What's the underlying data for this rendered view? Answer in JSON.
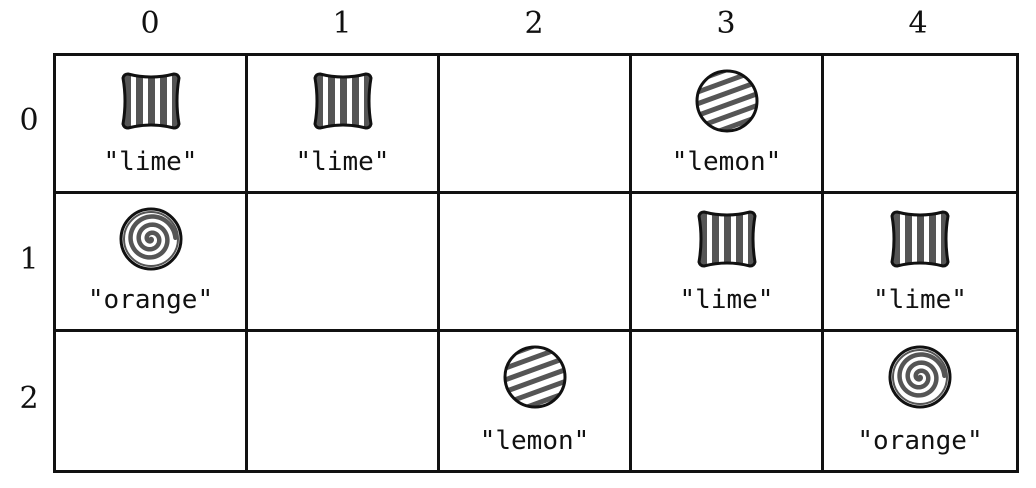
{
  "columns": [
    "0",
    "1",
    "2",
    "3",
    "4"
  ],
  "rows": [
    "0",
    "1",
    "2"
  ],
  "cells": [
    [
      {
        "icon": "striped-candy-icon",
        "label": "\"lime\""
      },
      {
        "icon": "striped-candy-icon",
        "label": "\"lime\""
      },
      null,
      {
        "icon": "striped-ball-candy-icon",
        "label": "\"lemon\""
      },
      null
    ],
    [
      {
        "icon": "swirl-candy-icon",
        "label": "\"orange\""
      },
      null,
      null,
      {
        "icon": "striped-candy-icon",
        "label": "\"lime\""
      },
      {
        "icon": "striped-candy-icon",
        "label": "\"lime\""
      }
    ],
    [
      null,
      null,
      {
        "icon": "striped-ball-candy-icon",
        "label": "\"lemon\""
      },
      null,
      {
        "icon": "swirl-candy-icon",
        "label": "\"orange\""
      }
    ]
  ],
  "colors": {
    "grid": "#111111",
    "candy_dark": "#555555",
    "candy_light": "#ffffff"
  }
}
